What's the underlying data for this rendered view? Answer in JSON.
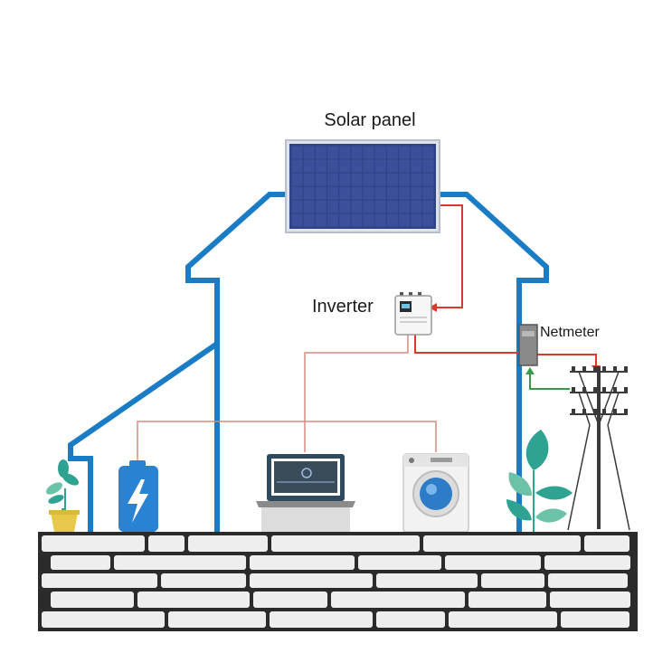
{
  "labels": {
    "solar_panel": "Solar panel",
    "inverter": "Inverter",
    "netmeter": "Netmeter"
  },
  "colors": {
    "house_outline": "#1b7cc6",
    "dc_wire": "#d93a2b",
    "ac_wire": "#d98a7e",
    "export_arrow": "#3a9a4a",
    "panel_cell": "#3b4f9a",
    "battery": "#2a82d3",
    "plant_leaf": "#2fa391",
    "wall_stone": "#eeeeee",
    "wall_mortar": "#2b2b2b"
  },
  "icons": [
    "solar-panel-icon",
    "inverter-icon",
    "netmeter-icon",
    "utility-pole-icon",
    "battery-icon",
    "laptop-icon",
    "washing-machine-icon",
    "plant-pot-icon",
    "plant-icon"
  ]
}
